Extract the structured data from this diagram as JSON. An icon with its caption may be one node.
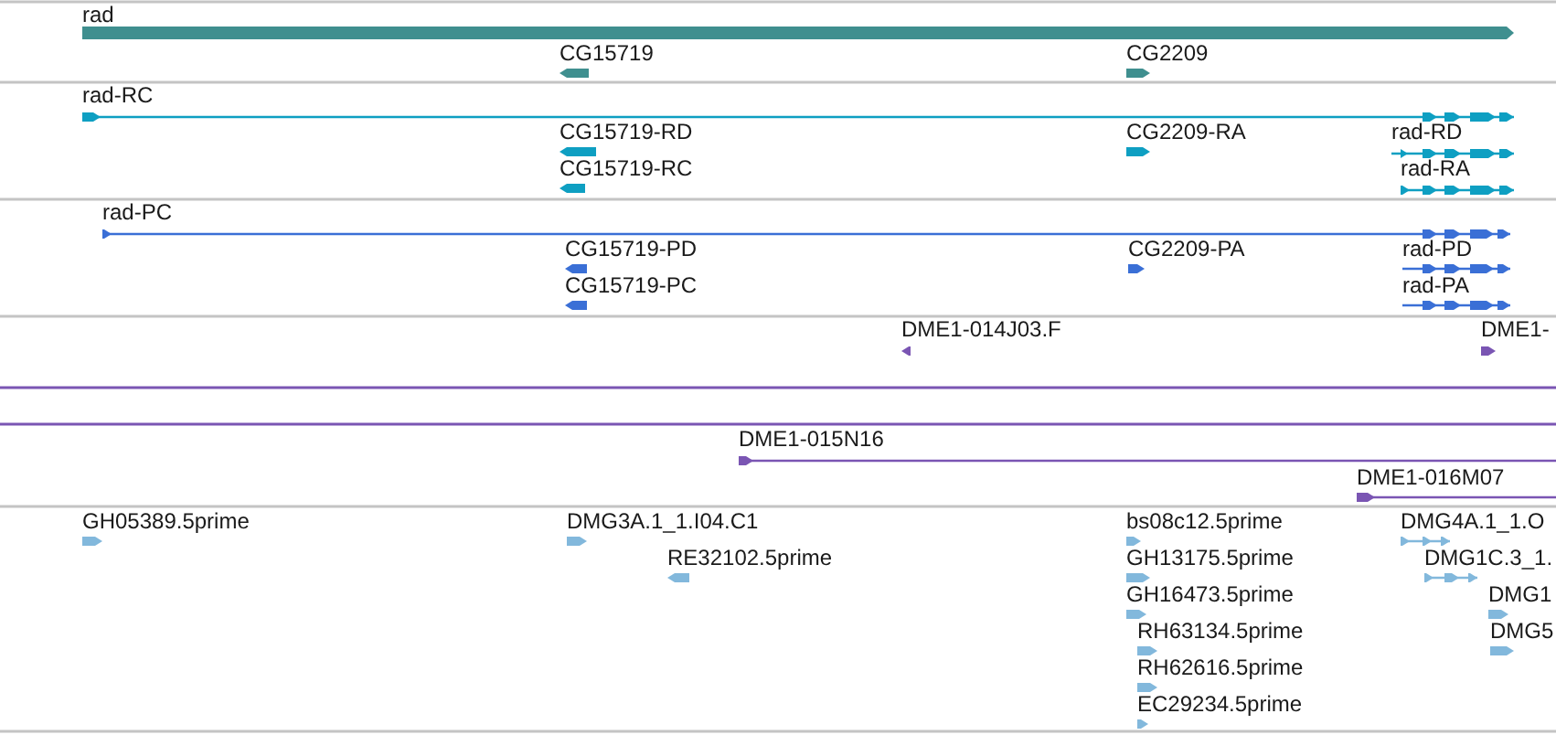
{
  "diagram": {
    "labels": [
      "rad",
      "CG15719",
      "CG2209",
      "rad-RC",
      "CG15719-RD",
      "CG2209-RA",
      "rad-RD",
      "CG15719-RC",
      "rad-RA",
      "rad-PC",
      "CG15719-PD",
      "CG2209-PA",
      "rad-PD",
      "CG15719-PC",
      "rad-PA",
      "DME1-014J03.F",
      "DME1-",
      "DME1-015N16",
      "DME1-016M07",
      "GH05389.5prime",
      "DMG3A.1_1.I04.C1",
      "bs08c12.5prime",
      "DMG4A.1_1.O",
      "RE32102.5prime",
      "GH13175.5prime",
      "DMG1C.3_1.",
      "GH16473.5prime",
      "DMG1",
      "RH63134.5prime",
      "DMG5",
      "RH62616.5prime",
      "EC29234.5prime"
    ]
  }
}
